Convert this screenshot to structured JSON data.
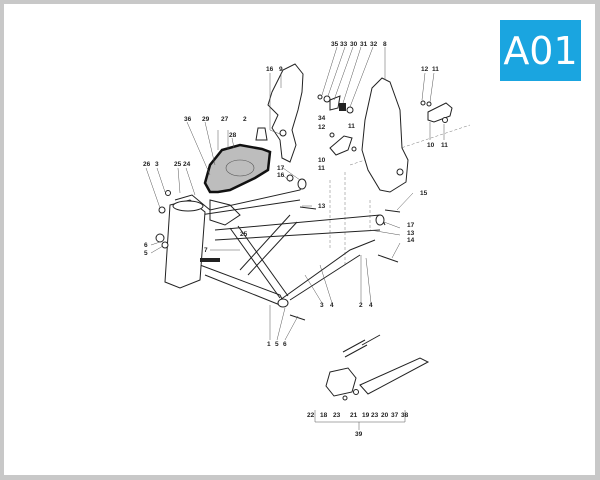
{
  "badge": {
    "label": "A01",
    "color": "#1aa5e0"
  },
  "diagram": {
    "labels_top": [
      "35",
      "33",
      "30",
      "31",
      "32",
      "8"
    ],
    "labels_left_bracket": [
      "16",
      "9"
    ],
    "labels_right_bracket": [
      "12",
      "11",
      "10",
      "11"
    ],
    "labels_mid": [
      "34",
      "12",
      "11",
      "10",
      "11"
    ],
    "labels_seat": [
      "36",
      "29",
      "27",
      "28",
      "2"
    ],
    "labels_headstock": [
      "26",
      "3",
      "25",
      "24",
      "6",
      "5",
      "7",
      "25"
    ],
    "labels_frame_right": [
      "17",
      "16",
      "13",
      "15",
      "17",
      "13",
      "14"
    ],
    "labels_bottom_frame": [
      "1",
      "5",
      "6",
      "3",
      "4",
      "2",
      "4"
    ],
    "labels_stand": [
      "22",
      "18",
      "23",
      "21",
      "19",
      "23",
      "20",
      "37",
      "38"
    ],
    "label_stand_group": "39"
  }
}
